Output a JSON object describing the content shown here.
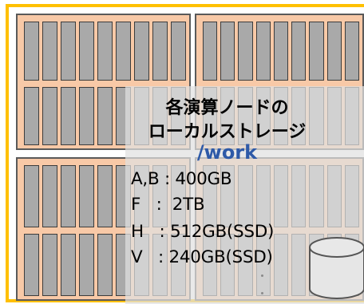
{
  "title": {
    "line1": "各演算ノードの",
    "line2": "ローカルストレージ",
    "path": "/work"
  },
  "storage": [
    {
      "node": "A,B",
      "sep": " : ",
      "size": "400GB"
    },
    {
      "node": "F",
      "sep": "   :  ",
      "size": "2TB"
    },
    {
      "node": "H",
      "sep": "   : ",
      "size": "512GB(SSD)"
    },
    {
      "node": "V",
      "sep": "   : ",
      "size": "240GB(SSD)"
    }
  ],
  "icons": [
    "disk-cylinder-icon"
  ],
  "colors": {
    "frame": "#ffc000",
    "rack": "#f8c9a7",
    "slot": "#a9a9a9",
    "path": "#2e5aa8"
  }
}
